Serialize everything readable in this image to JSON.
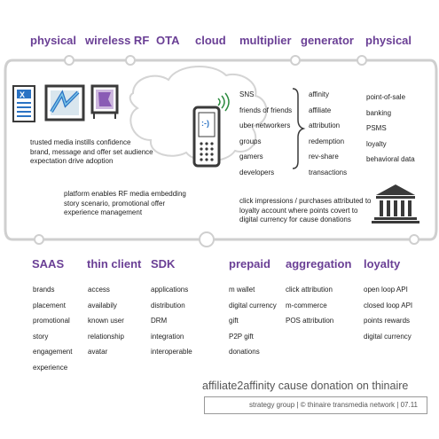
{
  "top_labels": [
    "physical",
    "wireless RF",
    "OTA",
    "cloud",
    "multiplier",
    "generator",
    "physical"
  ],
  "bottom_labels": [
    "SAAS",
    "thin client",
    "SDK",
    "prepaid",
    "aggregation",
    "loyalty"
  ],
  "multiplier_list": [
    "SNS",
    "friends of friends",
    "uber networkers",
    "groups",
    "gamers",
    "developers"
  ],
  "generator_list": [
    "affinity",
    "affiliate",
    "attribution",
    "redemption",
    "rev-share",
    "transactions"
  ],
  "physical_right_list": [
    "point-of-sale",
    "banking",
    "PSMS",
    "loyalty",
    "behavioral data"
  ],
  "para_left_1": [
    "trusted media instills confidence",
    "brand, message and offer set audience",
    "expectation drive adoption"
  ],
  "para_left_2": [
    "platform enables RF media embedding",
    "story scenario, promotional offer",
    "experience management"
  ],
  "para_right": [
    "click impressions / purchases attributed to",
    "loyalty account where points covert to",
    "digital currency for cause donations"
  ],
  "saas_list": [
    "brands",
    "placement",
    "promotional",
    "story",
    "engagement",
    "experience"
  ],
  "thin_client_list": [
    "access",
    "availabily",
    "known user",
    "relationship",
    "avatar"
  ],
  "sdk_list": [
    "applications",
    "distribution",
    "DRM",
    "integration",
    "interoperable"
  ],
  "prepaid_list": [
    "m wallet",
    "digital currency",
    "gift",
    "P2P gift",
    "donations"
  ],
  "aggregation_list": [
    "click attribution",
    "m-commerce",
    "POS attribution"
  ],
  "loyalty_list": [
    "open loop API",
    "closed loop API",
    "points rewards",
    "digital currency"
  ],
  "phone_screen": ":-)",
  "footer": {
    "title": "affiliate2affinity cause donation on thinaire",
    "subtitle": "strategy group | © thinaire transmedia network | 07.11"
  },
  "colors": {
    "accent": "#6a3f95",
    "flow_line": "#c9c9c9",
    "text": "#222222"
  }
}
